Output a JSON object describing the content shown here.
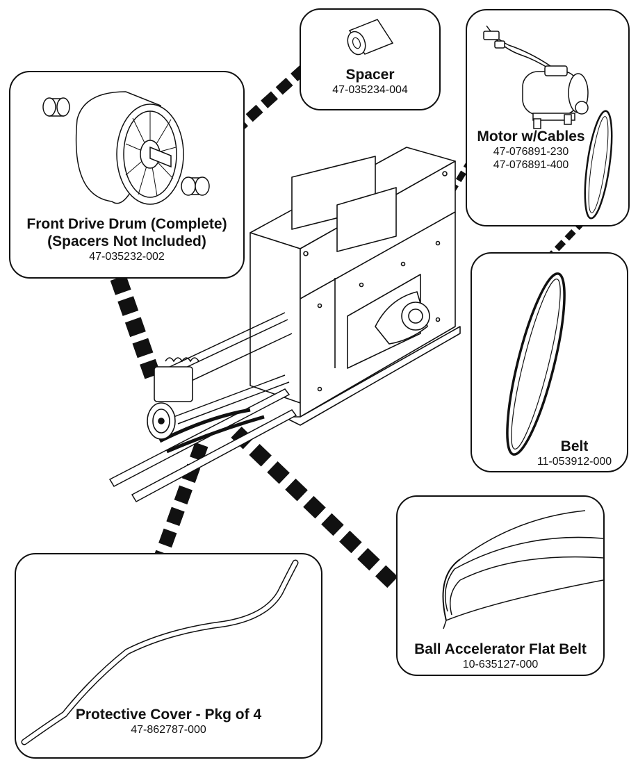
{
  "callouts": {
    "spacer": {
      "name": "Spacer",
      "part_numbers": [
        "47-035234-004"
      ]
    },
    "motor": {
      "name": "Motor w/Cables",
      "part_numbers": [
        "47-076891-230",
        "47-076891-400"
      ]
    },
    "drum": {
      "name_line1": "Front Drive Drum (Complete)",
      "name_line2": "(Spacers Not Included)",
      "part_numbers": [
        "47-035232-002"
      ]
    },
    "belt": {
      "name": "Belt",
      "part_numbers": [
        "11-053912-000"
      ]
    },
    "flat_belt": {
      "name": "Ball Accelerator Flat Belt",
      "part_numbers": [
        "10-635127-000"
      ]
    },
    "cover": {
      "name": "Protective Cover - Pkg of 4",
      "part_numbers": [
        "47-862787-000"
      ]
    }
  },
  "colors": {
    "line": "#111111",
    "background": "#ffffff"
  }
}
